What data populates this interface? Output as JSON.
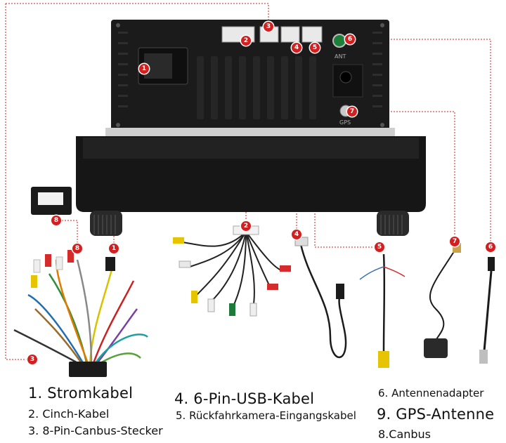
{
  "callouts": [
    "1",
    "2",
    "3",
    "4",
    "5",
    "6",
    "7",
    "8",
    "1",
    "2",
    "4",
    "5",
    "7",
    "6"
  ],
  "captions": {
    "c1": "1. Stromkabel",
    "c2": "2. Cinch-Kabel",
    "c3": "3. 8-Pin-Canbus-Stecker",
    "c4": "4. 6-Pin-USB-Kabel",
    "c5": "5. Rückfahrkamera-Eingangskabel",
    "c6": "6. Antennenadapter",
    "c9": "9. GPS-Antenne",
    "c8": "8.Canbus"
  },
  "unit_labels": {
    "ant": "ANT",
    "gps": "GPS"
  },
  "colors": {
    "callout": "#d31f1f",
    "unit_body": "#1b1b1b",
    "leader_line": "#d31f1f"
  }
}
